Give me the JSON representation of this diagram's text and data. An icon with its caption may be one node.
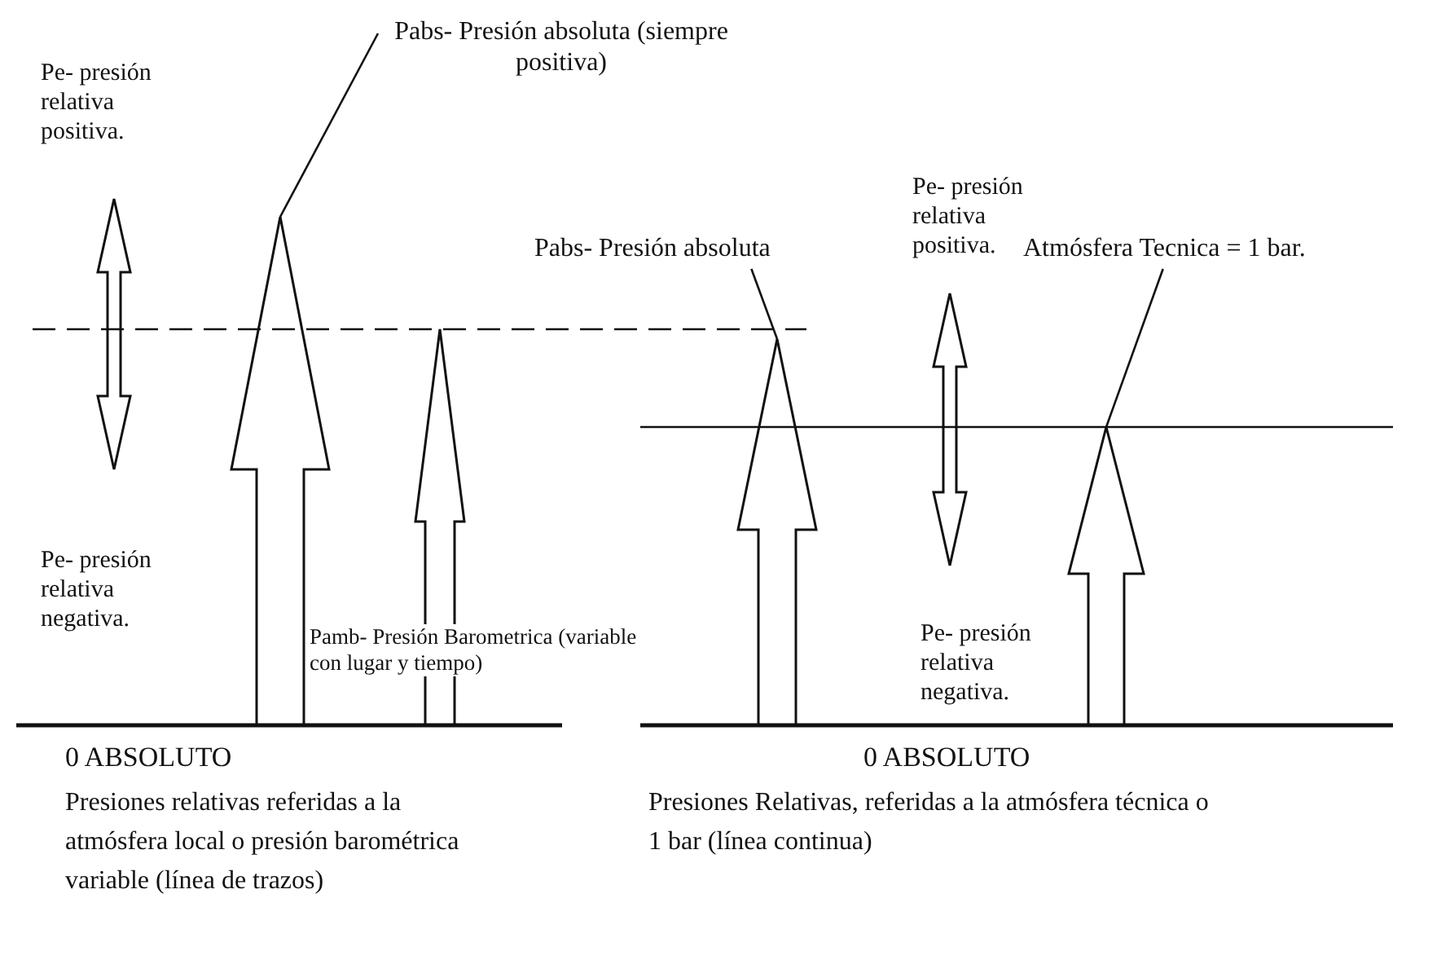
{
  "diagram": {
    "nodes": [
      {
        "text": [
          "Pabs- Presión absoluta (siempre positiva)"
        ]
      },
      {
        "text": [],
        "shape": "arrow"
      },
      {
        "text": [],
        "shape": "arrow"
      },
      {
        "text": [
          "Pabs- Presión absoluta"
        ]
      },
      {
        "text": [],
        "shape": "arrow"
      },
      {
        "text": [
          "Atmósfera Tecnica = 1 bar."
        ]
      },
      {
        "text": [],
        "shape": "arrow"
      }
    ],
    "edges": [
      {
        "from": 0,
        "to": 1,
        "arrow": "none"
      },
      {
        "from": 3,
        "to": 4,
        "arrow": "none"
      },
      {
        "from": 5,
        "to": 6,
        "arrow": "none"
      }
    ],
    "labels": [
      "Pe- presión relativa positiva.",
      "Pe- presión relativa positiva.",
      "Pe- presión relativa negativa.",
      "Pamb- Presión Barometrica (variable con lugar y tiempo)",
      "Pe- presión relativa negativa.",
      "0 ABSOLUTO",
      "0 ABSOLUTO",
      "Presiones relativas referidas a la atmósfera local o presión barométrica variable (línea de trazos)",
      "Presiones Relativas, referidas a la atmósfera técnica o 1 bar (línea continua)"
    ]
  }
}
